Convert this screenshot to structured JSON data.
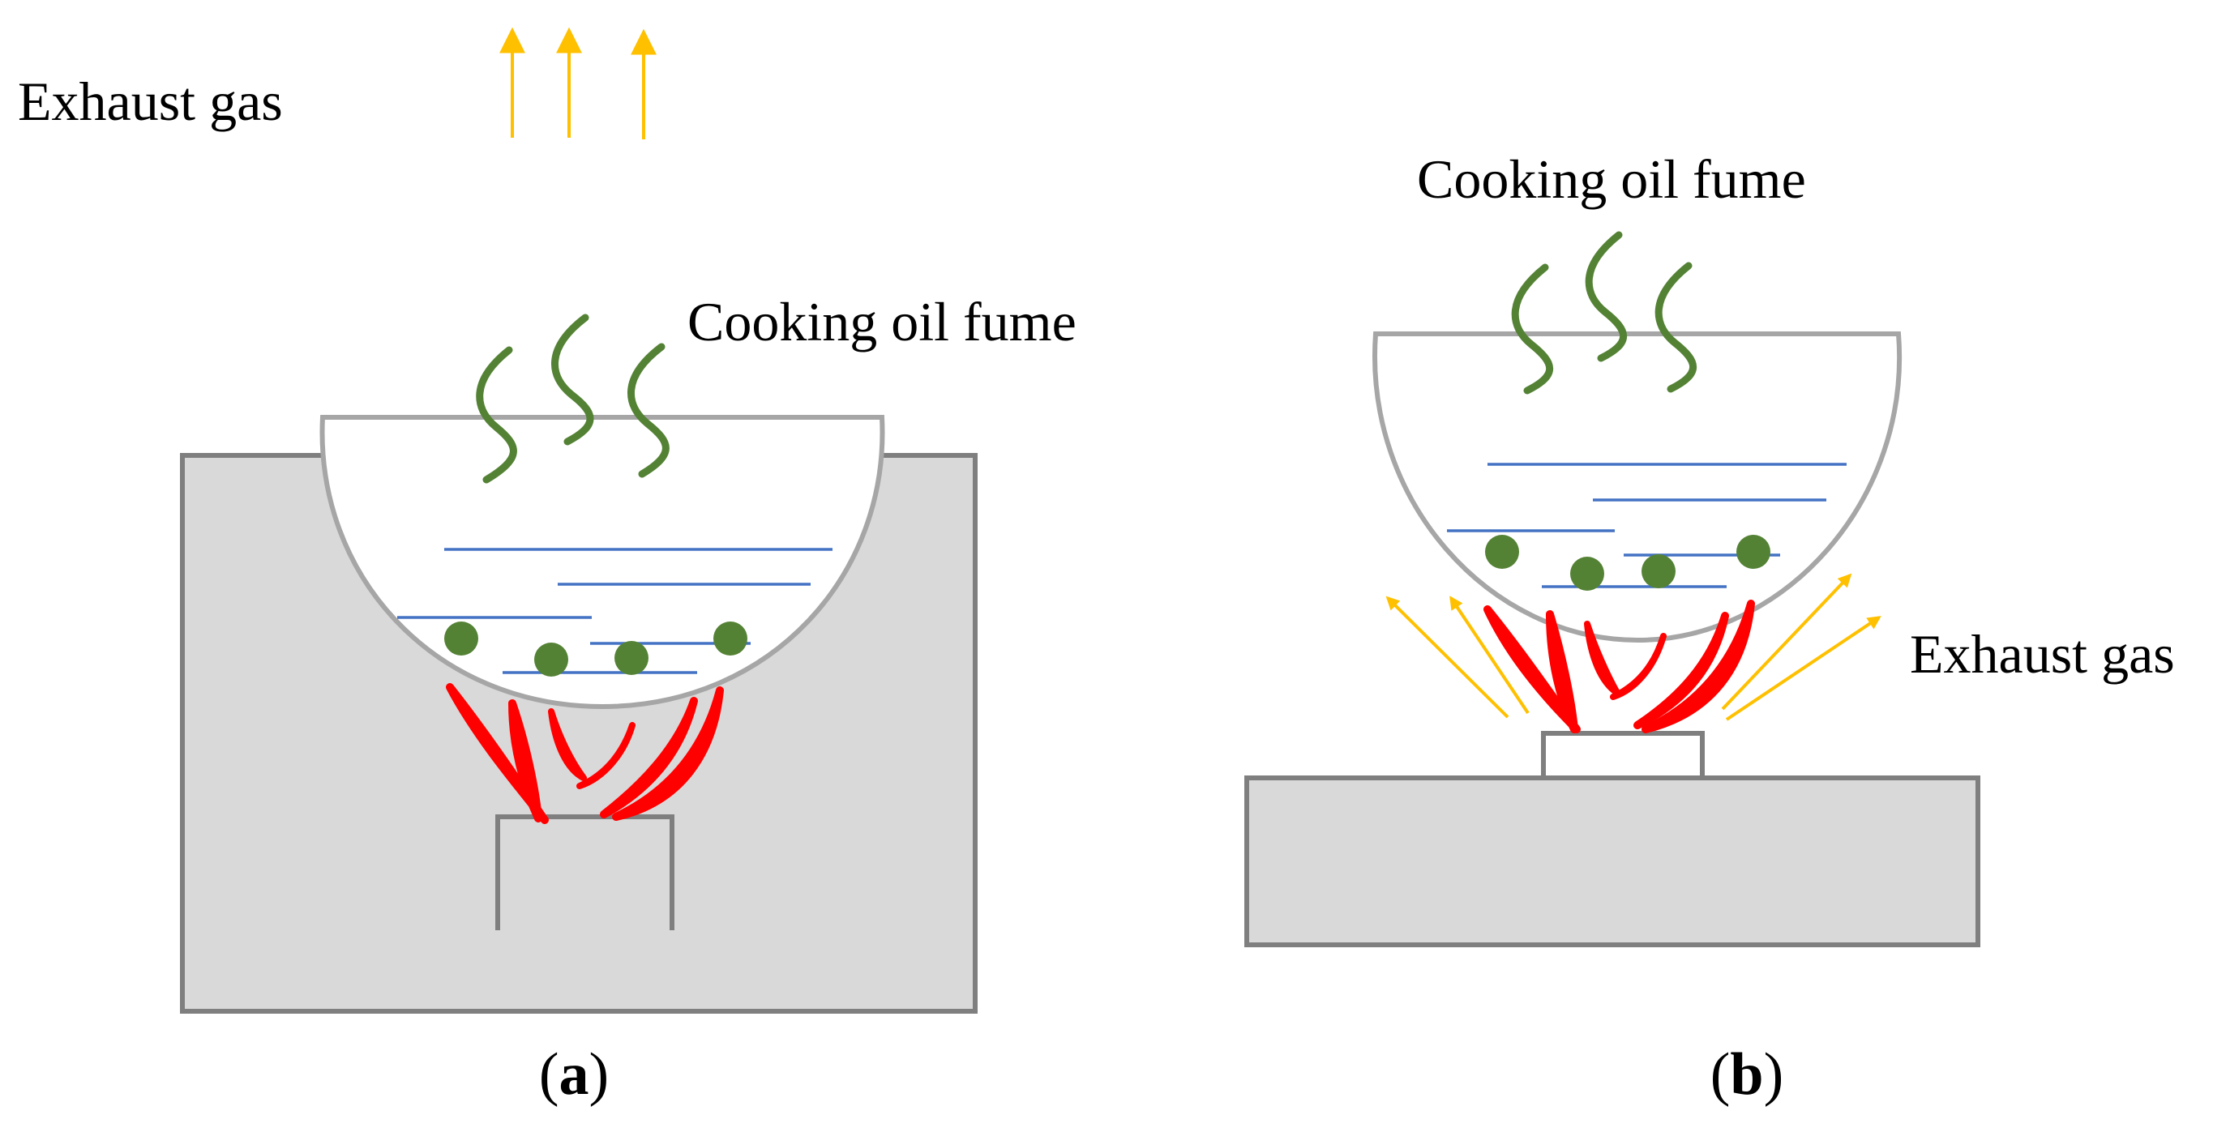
{
  "panel_a": {
    "exhaust_label": "Exhaust gas",
    "fume_label": "Cooking oil fume",
    "caption": {
      "open": "(",
      "letter": "a",
      "close": ")"
    }
  },
  "panel_b": {
    "fume_label": "Cooking oil fume",
    "exhaust_label": "Exhaust gas",
    "caption": {
      "open": "(",
      "letter": "b",
      "close": ")"
    }
  },
  "colors": {
    "stove_fill": "#d9d9d9",
    "stove_stroke": "#7f7f7f",
    "wok_stroke": "#a6a6a6",
    "oil_line": "#4472c4",
    "food_particle": "#548235",
    "fume": "#548235",
    "flame": "#ff0000",
    "exhaust_arrow": "#ffc000"
  }
}
